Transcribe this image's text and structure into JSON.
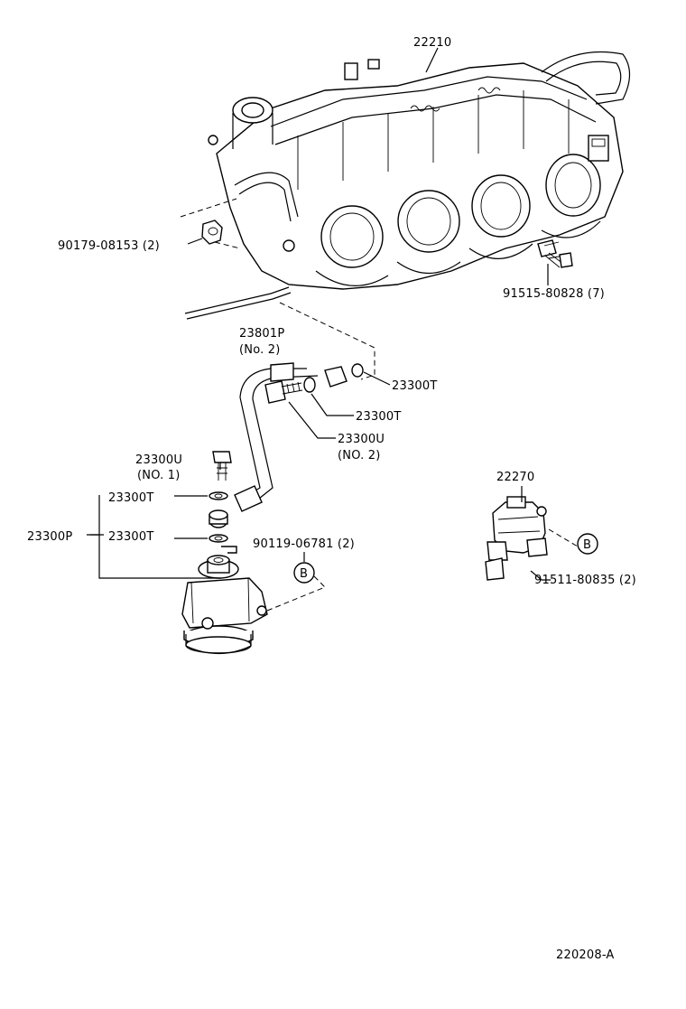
{
  "diagram": {
    "footer_code": "220208-A",
    "callout_letter": "B",
    "labels": {
      "throttle_body": "22210",
      "bolt_top_left": "90179-08153 (2)",
      "bolt_right": "91515-80828 (7)",
      "pipe": "23801P",
      "pipe_no": "(No. 2)",
      "gasket_1": "23300T",
      "gasket_2": "23300T",
      "union_bolt_2": "23300U",
      "union_bolt_2_no": "(NO. 2)",
      "union_bolt_1": "23300U",
      "union_bolt_1_no": "(NO. 1)",
      "gasket_3": "23300T",
      "regulator_assy": "23300P",
      "gasket_4": "23300T",
      "regulator_bolt": "90119-06781 (2)",
      "valve": "22270",
      "valve_bolt": "91511-80835 (2)"
    }
  }
}
